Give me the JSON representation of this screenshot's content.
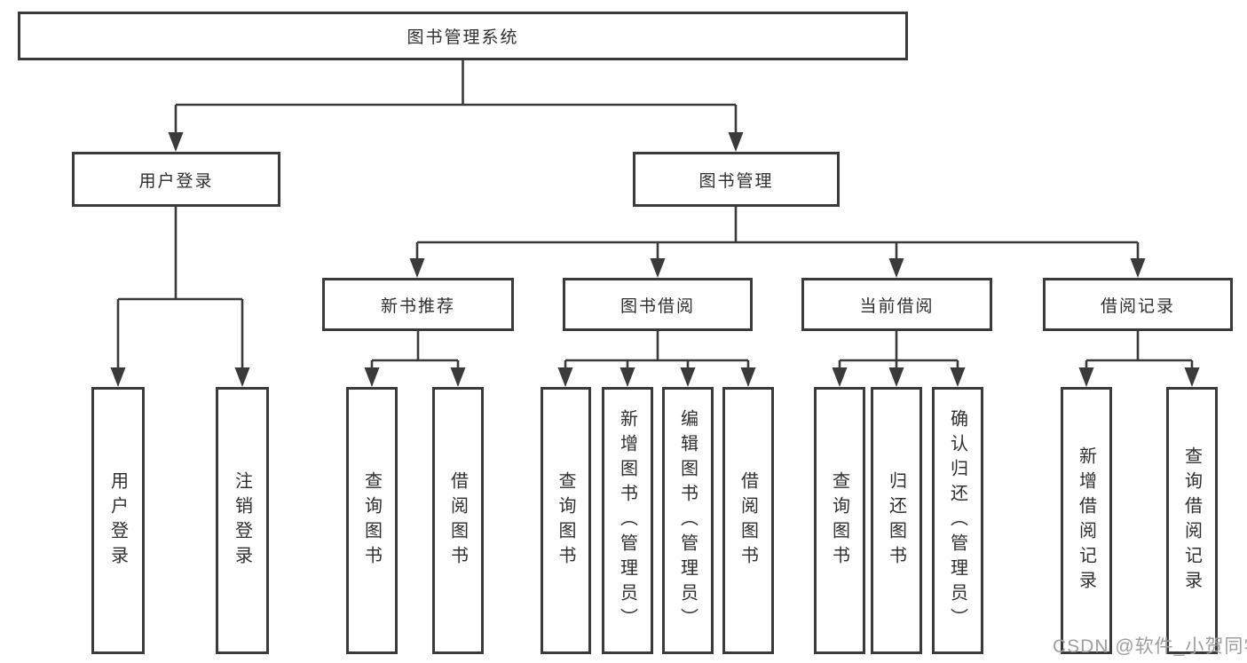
{
  "tree": {
    "label": "图书管理系统",
    "children": [
      {
        "label": "用户登录",
        "children": [
          {
            "label": "用户登录"
          },
          {
            "label": "注销登录"
          }
        ]
      },
      {
        "label": "图书管理",
        "children": [
          {
            "label": "新书推荐",
            "children": [
              {
                "label": "查询图书"
              },
              {
                "label": "借阅图书"
              }
            ]
          },
          {
            "label": "图书借阅",
            "children": [
              {
                "label": "查询图书"
              },
              {
                "label": "新增图书（管理员）"
              },
              {
                "label": "编辑图书（管理员）"
              },
              {
                "label": "借阅图书"
              }
            ]
          },
          {
            "label": "当前借阅",
            "children": [
              {
                "label": "查询图书"
              },
              {
                "label": "归还图书"
              },
              {
                "label": "确认归还（管理员）"
              }
            ]
          },
          {
            "label": "借阅记录",
            "children": [
              {
                "label": "新增借阅记录"
              },
              {
                "label": "查询借阅记录"
              }
            ]
          }
        ]
      }
    ]
  },
  "watermark": "CSDN @软件_小贺同学",
  "colors": {
    "line": "#3a3a3a",
    "text": "#2f2f2f",
    "watermark": "#9e9ea0",
    "background": "#ffffff"
  }
}
